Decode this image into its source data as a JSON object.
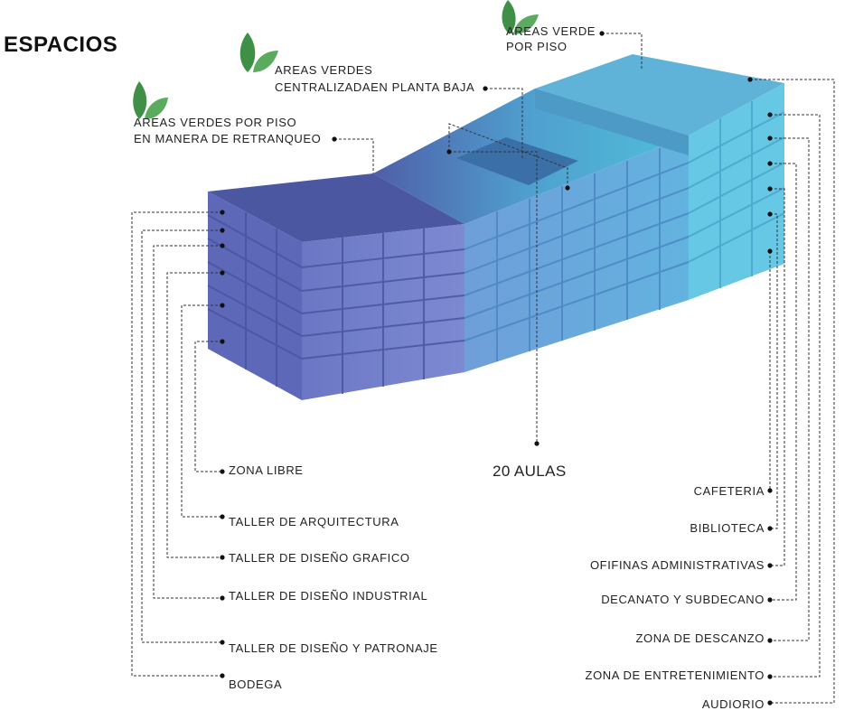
{
  "title": "ESPACIOS",
  "top_labels": {
    "verde_piso_line1": "AREAS VERDE",
    "verde_piso_line2": "POR PISO",
    "verde_central_line1": "AREAS VERDES",
    "verde_central_line2": "CENTRALIZADAEN PLANTA BAJA",
    "verde_retranqueo_line1": "AREAS VERDES POR PISO",
    "verde_retranqueo_line2": "EN MANERA DE RETRANQUEO"
  },
  "center_label": "20 AULAS",
  "left_labels": [
    "ZONA LIBRE",
    "TALLER DE ARQUITECTURA",
    "TALLER DE DISEÑO GRAFICO",
    "TALLER DE DISEÑO INDUSTRIAL",
    "TALLER DE DISEÑO Y PATRONAJE",
    "BODEGA"
  ],
  "right_labels": [
    "CAFETERIA",
    "BIBLIOTECA",
    "OFIFINAS ADMINISTRATIVAS",
    "DECANATO Y SUBDECANO",
    "ZONA DE DESCANZO",
    "ZONA DE ENTRETENIMIENTO",
    "AUDIORIO"
  ],
  "colors": {
    "left_block": "#5a67b5",
    "middle_block": "#5b9fd6",
    "right_block": "#57c2e0",
    "leaf": "#3f8f46",
    "leader": "#333333"
  }
}
